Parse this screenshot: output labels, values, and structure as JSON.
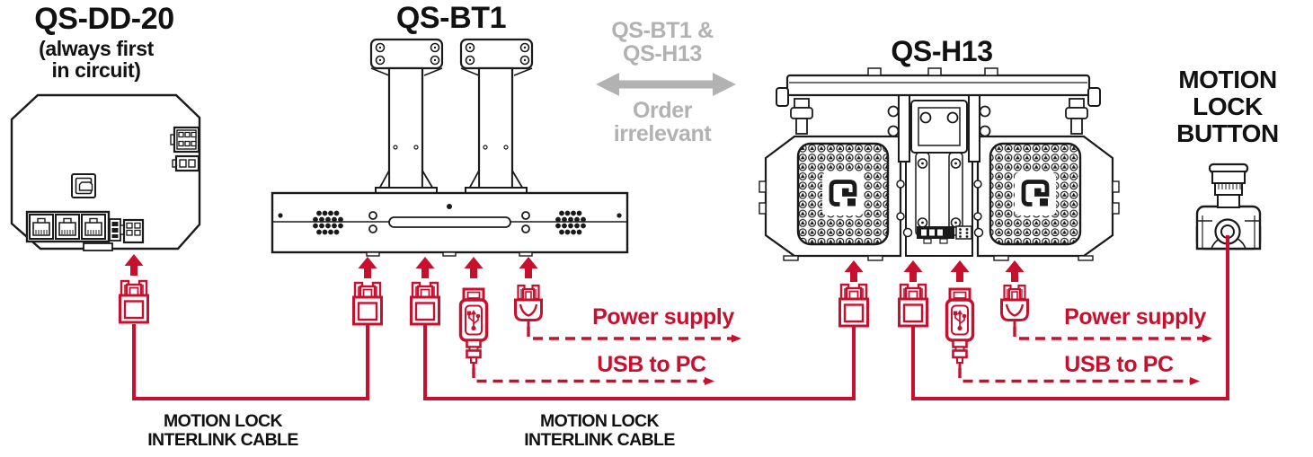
{
  "devices": {
    "dd20": {
      "title": "QS-DD-20",
      "subtitle_line1": "(always first",
      "subtitle_line2": "in circuit)"
    },
    "bt1": {
      "title": "QS-BT1"
    },
    "h13": {
      "title": "QS-H13"
    },
    "motion_lock_button": {
      "title_line1": "MOTION",
      "title_line2": "LOCK",
      "title_line3": "BUTTON"
    }
  },
  "order_note": {
    "devices_line1": "QS-BT1 &",
    "devices_line2": "QS-H13",
    "note_line1": "Order",
    "note_line2": "irrelevant"
  },
  "cables": {
    "power_supply_label": "Power supply",
    "usb_to_pc_label": "USB to PC",
    "interlink_line1": "MOTION LOCK",
    "interlink_line2": "INTERLINK CABLE"
  },
  "colors": {
    "cable_red": "#c8102e",
    "line_black": "#1a1a1a",
    "note_gray": "#b2b2b2"
  }
}
